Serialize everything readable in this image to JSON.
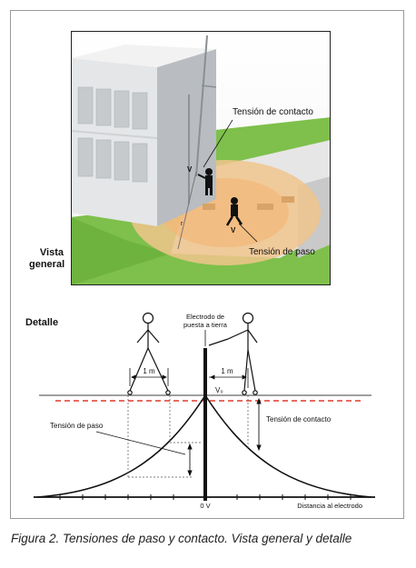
{
  "figure": {
    "top_view": {
      "label_line1": "Vista",
      "label_line2": "general",
      "contact_label": "Tensión de contacto",
      "step_label": "Tensión de paso",
      "v_mark": "V",
      "r_mark": "r"
    },
    "detail": {
      "label": "Detalle",
      "electrode_line1": "Electrodo de",
      "electrode_line2": "puesta a tierra",
      "dist_left": "1 m",
      "dist_right": "1 m",
      "v0": "V₀",
      "contact_label": "Tensión de contacto",
      "step_label": "Tensión de paso",
      "axis_zero": "0 V",
      "axis_label": "Distancia al electrodo"
    },
    "caption": "Figura 2. Tensiones de paso y contacto. Vista general y detalle"
  },
  "colors": {
    "grass": "#7ec04b",
    "ground_zone": "#f0c48c",
    "building": "#d8dadc",
    "dashed_line": "#e03a2a"
  }
}
